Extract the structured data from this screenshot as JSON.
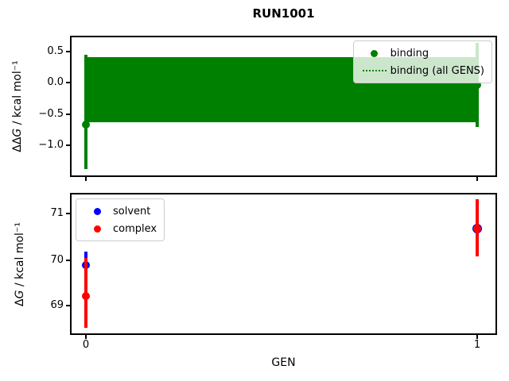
{
  "title": "RUN1001",
  "colors": {
    "binding": "#008000",
    "solvent": "#0000ff",
    "complex": "#ff0000",
    "axes": "#000000",
    "legend_border": "#cccccc"
  },
  "top_plot": {
    "ylabel_prefix": "ΔΔ",
    "ylabel_var": "G",
    "ylabel_suffix": " / kcal mol⁻¹",
    "yticks": [
      "0.5",
      "0.0",
      "−0.5",
      "−1.0"
    ],
    "legend": {
      "binding": "binding",
      "all_gens": "binding (all GENS)"
    }
  },
  "bottom_plot": {
    "ylabel_prefix": "Δ",
    "ylabel_var": "G",
    "ylabel_suffix": " / kcal mol⁻¹",
    "yticks": [
      "71",
      "70",
      "69"
    ],
    "legend": {
      "solvent": "solvent",
      "complex": "complex"
    },
    "xlabel": "GEN",
    "xticks": [
      "0",
      "1"
    ]
  },
  "chart_data": [
    {
      "type": "scatter",
      "title": "RUN1001",
      "ylabel": "ΔΔG / kcal mol⁻¹",
      "x": [
        0,
        1
      ],
      "series": [
        {
          "name": "binding",
          "color": "#008000",
          "marker": "circle-with-errorbar",
          "y": [
            -0.68,
            -0.04
          ],
          "yerr": [
            0.72,
            0.65
          ]
        },
        {
          "name": "binding (all GENS)",
          "color": "#008000",
          "style": "dotted mean line with solid filled confidence band",
          "band_low": -0.64,
          "band_high": 0.41
        }
      ],
      "xlim": [
        -0.04,
        1.05
      ],
      "ylim": [
        -1.51,
        0.75
      ],
      "yticks": [
        0.5,
        0.0,
        -0.5,
        -1.0
      ],
      "legend_position": "upper right",
      "grid": false
    },
    {
      "type": "scatter",
      "xlabel": "GEN",
      "ylabel": "ΔG / kcal mol⁻¹",
      "x": [
        0,
        1
      ],
      "series": [
        {
          "name": "solvent",
          "color": "#0000ff",
          "marker": "circle-with-errorbar",
          "y": [
            69.9,
            70.69
          ],
          "yerr": [
            0.25,
            0.26
          ]
        },
        {
          "name": "complex",
          "color": "#ff0000",
          "marker": "circle-with-errorbar",
          "y": [
            69.2,
            70.68
          ],
          "yerr": [
            0.7,
            0.62
          ]
        }
      ],
      "xlim": [
        -0.04,
        1.05
      ],
      "ylim": [
        68.38,
        71.45
      ],
      "yticks": [
        69,
        70,
        71
      ],
      "xticks": [
        0,
        1
      ],
      "legend_position": "upper left",
      "grid": false
    }
  ]
}
